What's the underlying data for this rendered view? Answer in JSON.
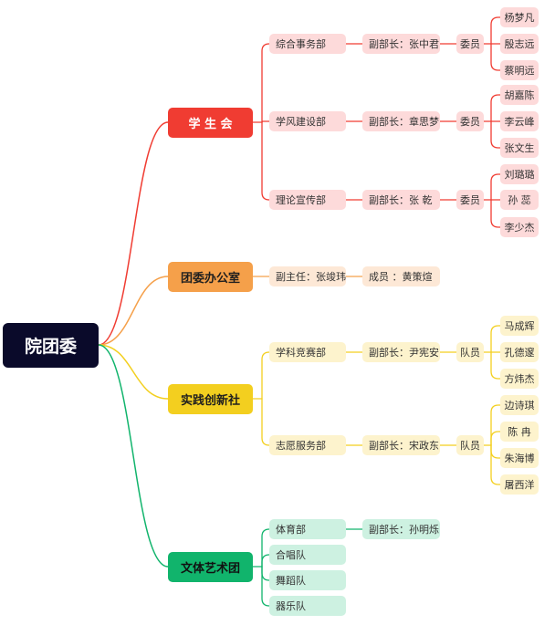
{
  "root": {
    "label": "院团委"
  },
  "departments": [
    {
      "label": "学  生  会",
      "color": "#f03c32",
      "units": [
        {
          "label": "综合事务部",
          "head": "副部长：张中君",
          "group_label": "委员",
          "members": [
            "杨梦凡",
            "殷志远",
            "蔡明远"
          ]
        },
        {
          "label": "学风建设部",
          "head": "副部长：章思梦",
          "group_label": "委员",
          "members": [
            "胡嘉陈",
            "李云峰",
            "张文生"
          ]
        },
        {
          "label": "理论宣传部",
          "head": "副部长：张  乾",
          "group_label": "委员",
          "members": [
            "刘璐璐",
            "孙  蕊",
            "李少杰"
          ]
        }
      ]
    },
    {
      "label": "团委办公室",
      "color": "#f5a04a",
      "units": [
        {
          "label": "副主任：张竣玮",
          "head": "成员 ：黄策煊"
        }
      ]
    },
    {
      "label": "实践创新社",
      "color": "#f3cf1f",
      "units": [
        {
          "label": "学科竞赛部",
          "head": "副部长：尹宪安",
          "group_label": "队员",
          "members": [
            "马成辉",
            "孔德邃",
            "方炜杰"
          ]
        },
        {
          "label": "志愿服务部",
          "head": "副部长：宋政东",
          "group_label": "队员",
          "members": [
            "边诗琪",
            "陈  冉",
            "朱海博",
            "屠西洋"
          ]
        }
      ]
    },
    {
      "label": "文体艺术团",
      "color": "#11b46c",
      "units": [
        {
          "label": "体育部",
          "head": "副部长：孙明烁"
        },
        {
          "label": "合唱队"
        },
        {
          "label": "舞蹈队"
        },
        {
          "label": "器乐队"
        }
      ]
    }
  ]
}
